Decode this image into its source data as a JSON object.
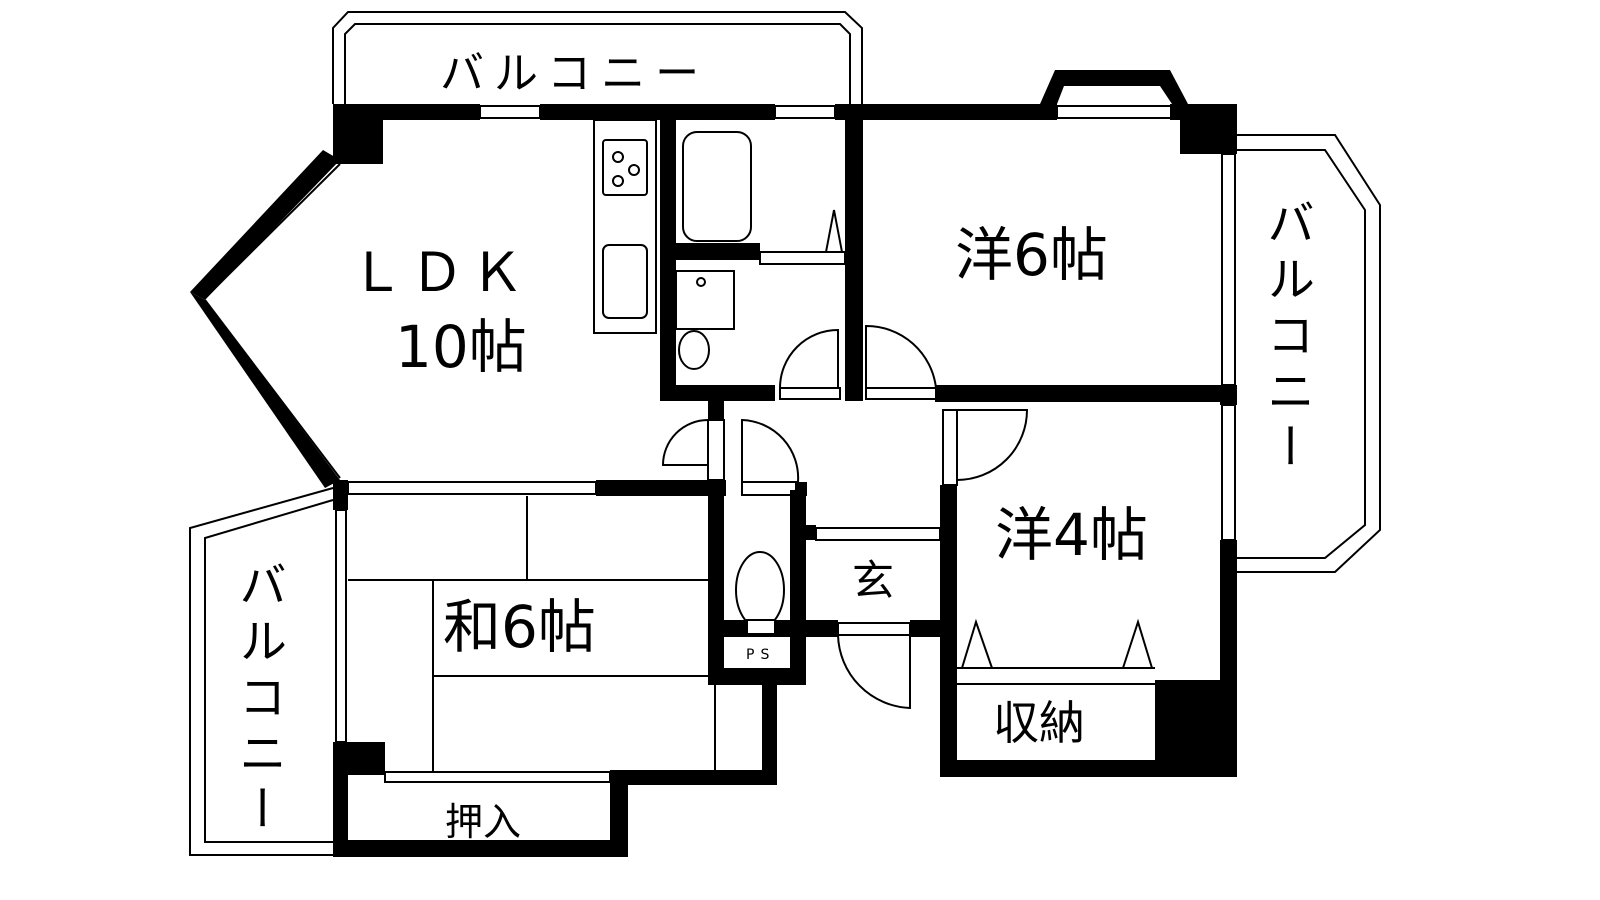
{
  "floorplan": {
    "balcony_top": "バルコニー",
    "balcony_right": "バルコニー",
    "balcony_left": "バルコニー",
    "ldk_line1": "ＬＤＫ",
    "ldk_line2": "10帖",
    "western6": "洋6帖",
    "western4": "洋4帖",
    "japanese6": "和6帖",
    "entrance": "玄",
    "storage": "収納",
    "closet": "押入",
    "pipe_space": "PS"
  },
  "colors": {
    "wall": "#000000",
    "background": "#ffffff"
  }
}
